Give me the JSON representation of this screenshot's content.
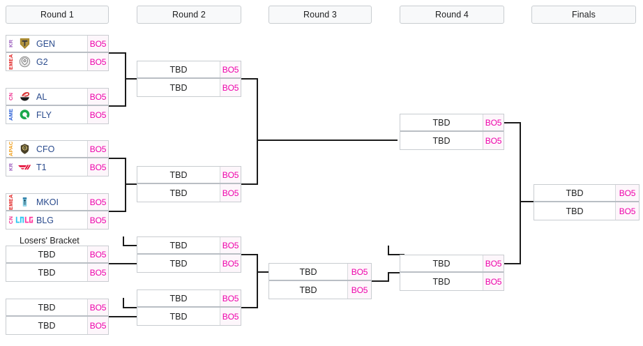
{
  "bracket": {
    "headers": [
      {
        "label": "Round 1"
      },
      {
        "label": "Round 2"
      },
      {
        "label": "Round 3"
      },
      {
        "label": "Round 4"
      },
      {
        "label": "Finals"
      }
    ],
    "losers_caption": "Losers' Bracket",
    "tbd_label": "TBD",
    "series_format": "BO5",
    "colors": {
      "series_text": "#ee00aa",
      "series_bg": "#fdf6fb",
      "team_text": "#2a4b8d",
      "region_KR": "#9c5fbe",
      "region_EMEA": "#e02020",
      "region_CN": "#ee2d8e",
      "region_AME": "#2a5fd6",
      "region_APAC": "#f0a020",
      "box_border": "#c8ccd0",
      "header_bg": "#f8f9fa",
      "connector": "#1a1a1a"
    },
    "winners_round1": [
      {
        "match_id": "wb-r1-m1",
        "rows": [
          {
            "region": "KR",
            "team": "GEN",
            "logo": "gen-shield-logo",
            "series": "BO5"
          },
          {
            "region": "EMEA",
            "team": "G2",
            "logo": "g2-samurai-logo",
            "series": "BO5"
          }
        ]
      },
      {
        "match_id": "wb-r1-m2",
        "rows": [
          {
            "region": "CN",
            "team": "AL",
            "logo": "al-noodle-logo",
            "series": "BO5"
          },
          {
            "region": "AME",
            "team": "FLY",
            "logo": "fly-q-logo",
            "series": "BO5"
          }
        ]
      },
      {
        "match_id": "wb-r1-m3",
        "rows": [
          {
            "region": "APAC",
            "team": "CFO",
            "logo": "cfo-crest-logo",
            "series": "BO5"
          },
          {
            "region": "KR",
            "team": "T1",
            "logo": "t1-arrow-logo",
            "series": "BO5"
          }
        ]
      },
      {
        "match_id": "wb-r1-m4",
        "rows": [
          {
            "region": "EMEA",
            "team": "MKOI",
            "logo": "mkoi-totem-logo",
            "series": "BO5"
          },
          {
            "region": "CN",
            "team": "BLG",
            "logo": "blg-text-logo",
            "series": "BO5"
          }
        ]
      }
    ],
    "winners_round2": [
      {
        "match_id": "wb-r2-m1",
        "rows": [
          {
            "team": "TBD",
            "series": "BO5"
          },
          {
            "team": "TBD",
            "series": "BO5"
          }
        ]
      },
      {
        "match_id": "wb-r2-m2",
        "rows": [
          {
            "team": "TBD",
            "series": "BO5"
          },
          {
            "team": "TBD",
            "series": "BO5"
          }
        ]
      }
    ],
    "winners_round4": [
      {
        "match_id": "wb-r4-m1",
        "rows": [
          {
            "team": "TBD",
            "series": "BO5"
          },
          {
            "team": "TBD",
            "series": "BO5"
          }
        ]
      }
    ],
    "finals": [
      {
        "match_id": "finals-m1",
        "rows": [
          {
            "team": "TBD",
            "series": "BO5"
          },
          {
            "team": "TBD",
            "series": "BO5"
          }
        ]
      }
    ],
    "losers_round1": [
      {
        "match_id": "lb-r1-m1",
        "rows": [
          {
            "team": "TBD",
            "series": "BO5"
          },
          {
            "team": "TBD",
            "series": "BO5"
          }
        ]
      },
      {
        "match_id": "lb-r1-m2",
        "rows": [
          {
            "team": "TBD",
            "series": "BO5"
          },
          {
            "team": "TBD",
            "series": "BO5"
          }
        ]
      }
    ],
    "losers_round2": [
      {
        "match_id": "lb-r2-m1",
        "rows": [
          {
            "team": "TBD",
            "series": "BO5"
          },
          {
            "team": "TBD",
            "series": "BO5"
          }
        ]
      },
      {
        "match_id": "lb-r2-m2",
        "rows": [
          {
            "team": "TBD",
            "series": "BO5"
          },
          {
            "team": "TBD",
            "series": "BO5"
          }
        ]
      }
    ],
    "losers_round3": [
      {
        "match_id": "lb-r3-m1",
        "rows": [
          {
            "team": "TBD",
            "series": "BO5"
          },
          {
            "team": "TBD",
            "series": "BO5"
          }
        ]
      }
    ],
    "losers_round4": [
      {
        "match_id": "lb-r4-m1",
        "rows": [
          {
            "team": "TBD",
            "series": "BO5"
          },
          {
            "team": "TBD",
            "series": "BO5"
          }
        ]
      }
    ]
  }
}
